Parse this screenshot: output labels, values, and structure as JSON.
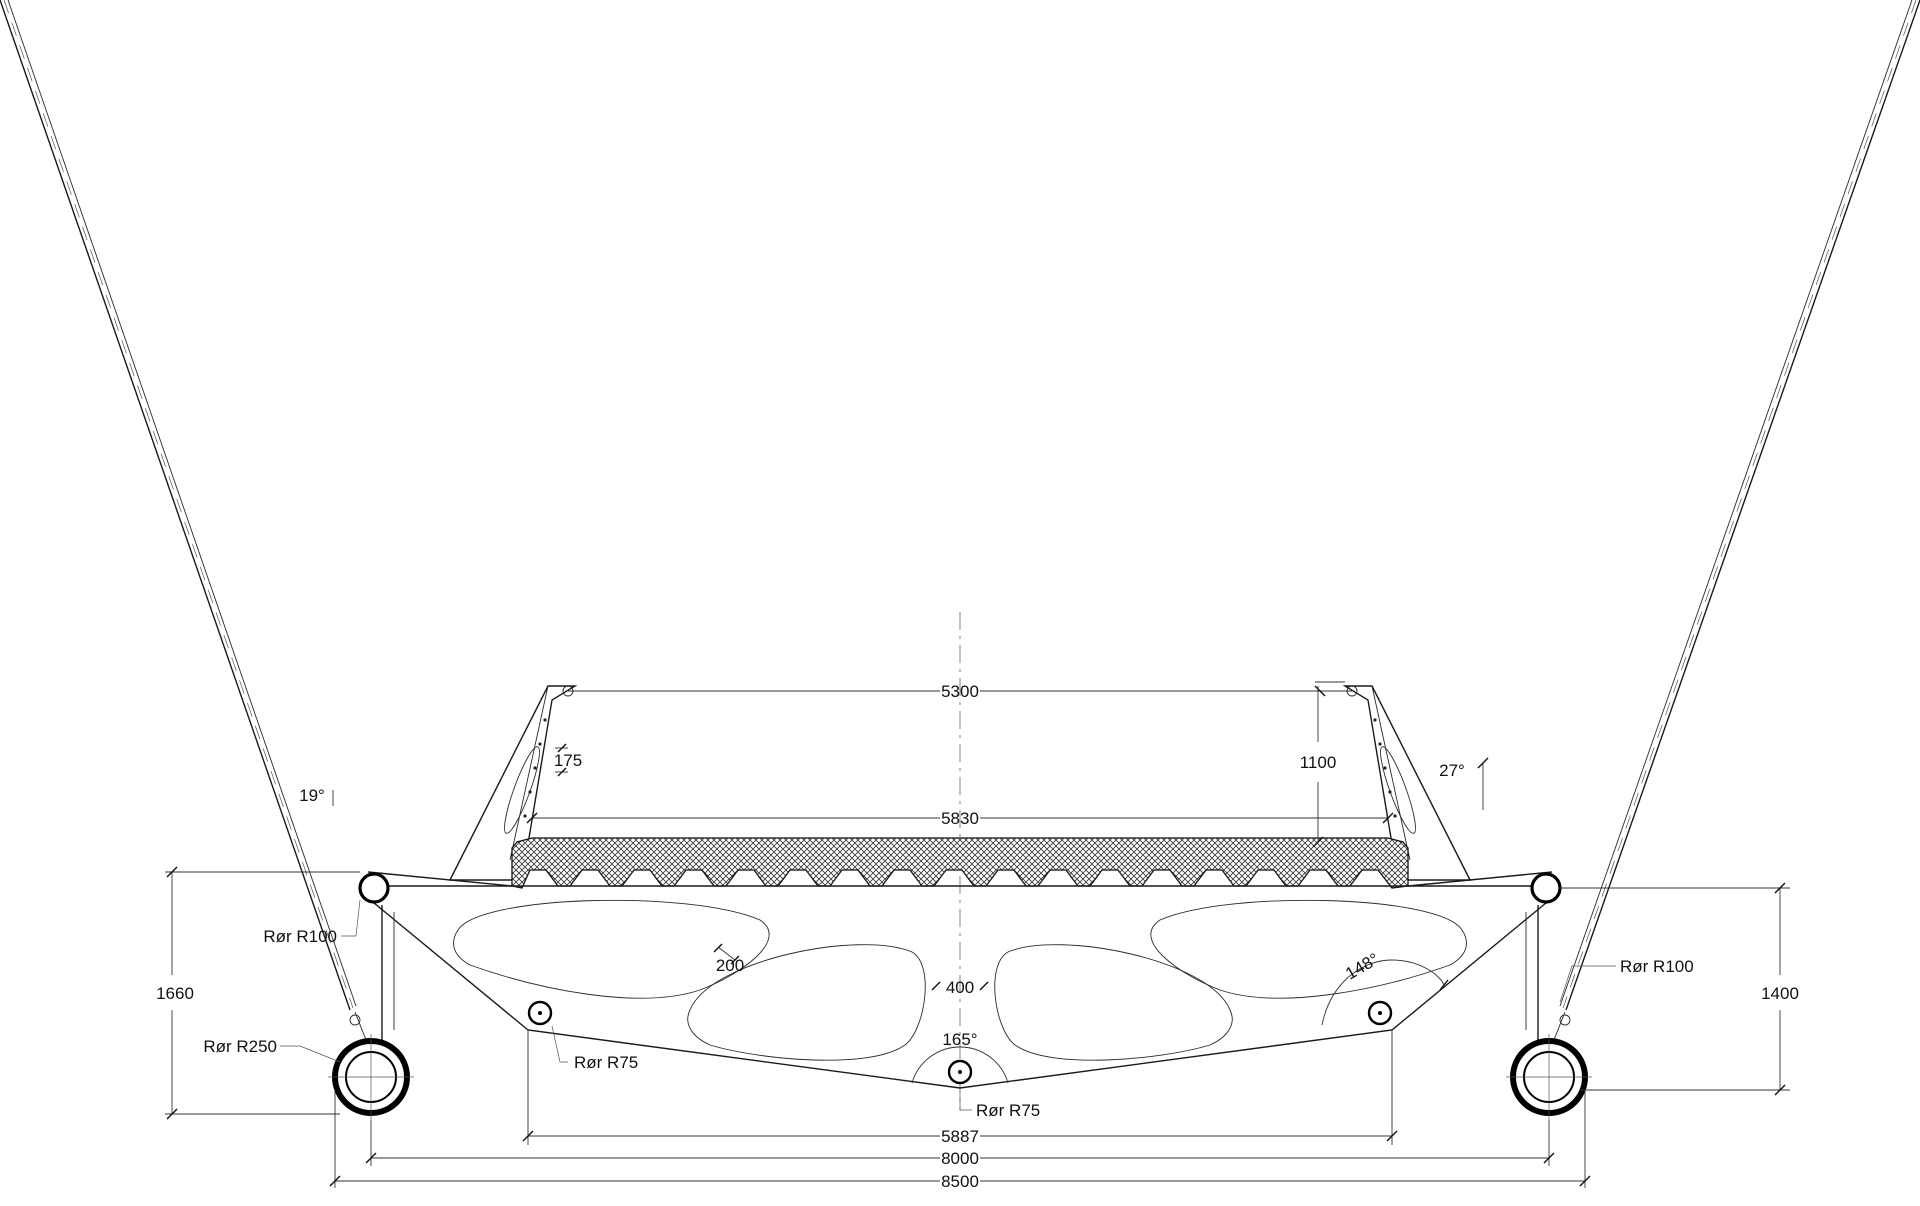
{
  "diagram": {
    "dimensions": {
      "top_span": "5300",
      "deck_span": "5830",
      "lower_span": "5887",
      "wheel_span": "8000",
      "overall_span": "8500",
      "height_left": "1660",
      "height_right": "1400",
      "rail_height": "1100",
      "rail_spacing": "175",
      "web_width": "200",
      "center_web": "400"
    },
    "angles": {
      "cable_left": "19°",
      "rail_right": "27°",
      "truss_right": "148°",
      "bottom_center": "165°"
    },
    "labels": {
      "pipe_top_left": "Rør R100",
      "pipe_top_right": "Rør R100",
      "wheel_left": "Rør R250",
      "hole_left": "Rør R75",
      "hole_center": "Rør R75"
    }
  }
}
